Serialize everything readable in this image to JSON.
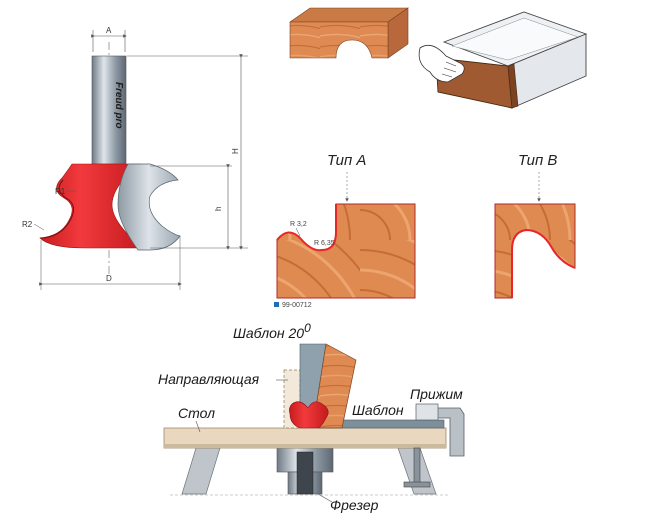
{
  "cutter": {
    "dim_a": "A",
    "dim_h": "H",
    "dim_small_h": "h",
    "dim_d": "D",
    "r1": "R1",
    "r2": "R2",
    "brand": "Freud pro"
  },
  "profiles": {
    "type_a": "Тип А",
    "type_b": "Тип В",
    "radius_small": "R 3,2",
    "radius_large": "R 6,35",
    "catalog_code": "99-00712",
    "catalog_color": "#1f6fb8"
  },
  "setup": {
    "template_angle_base": "Шаблон 20",
    "template_angle_sup": "0",
    "guide": "Направляющая",
    "table": "Стол",
    "template": "Шаблон",
    "clamp": "Прижим",
    "router": "Фрезер"
  },
  "colors": {
    "cutter_red": "#e8262a",
    "wood": "#d9824b",
    "steel": "#9aa6b0"
  }
}
